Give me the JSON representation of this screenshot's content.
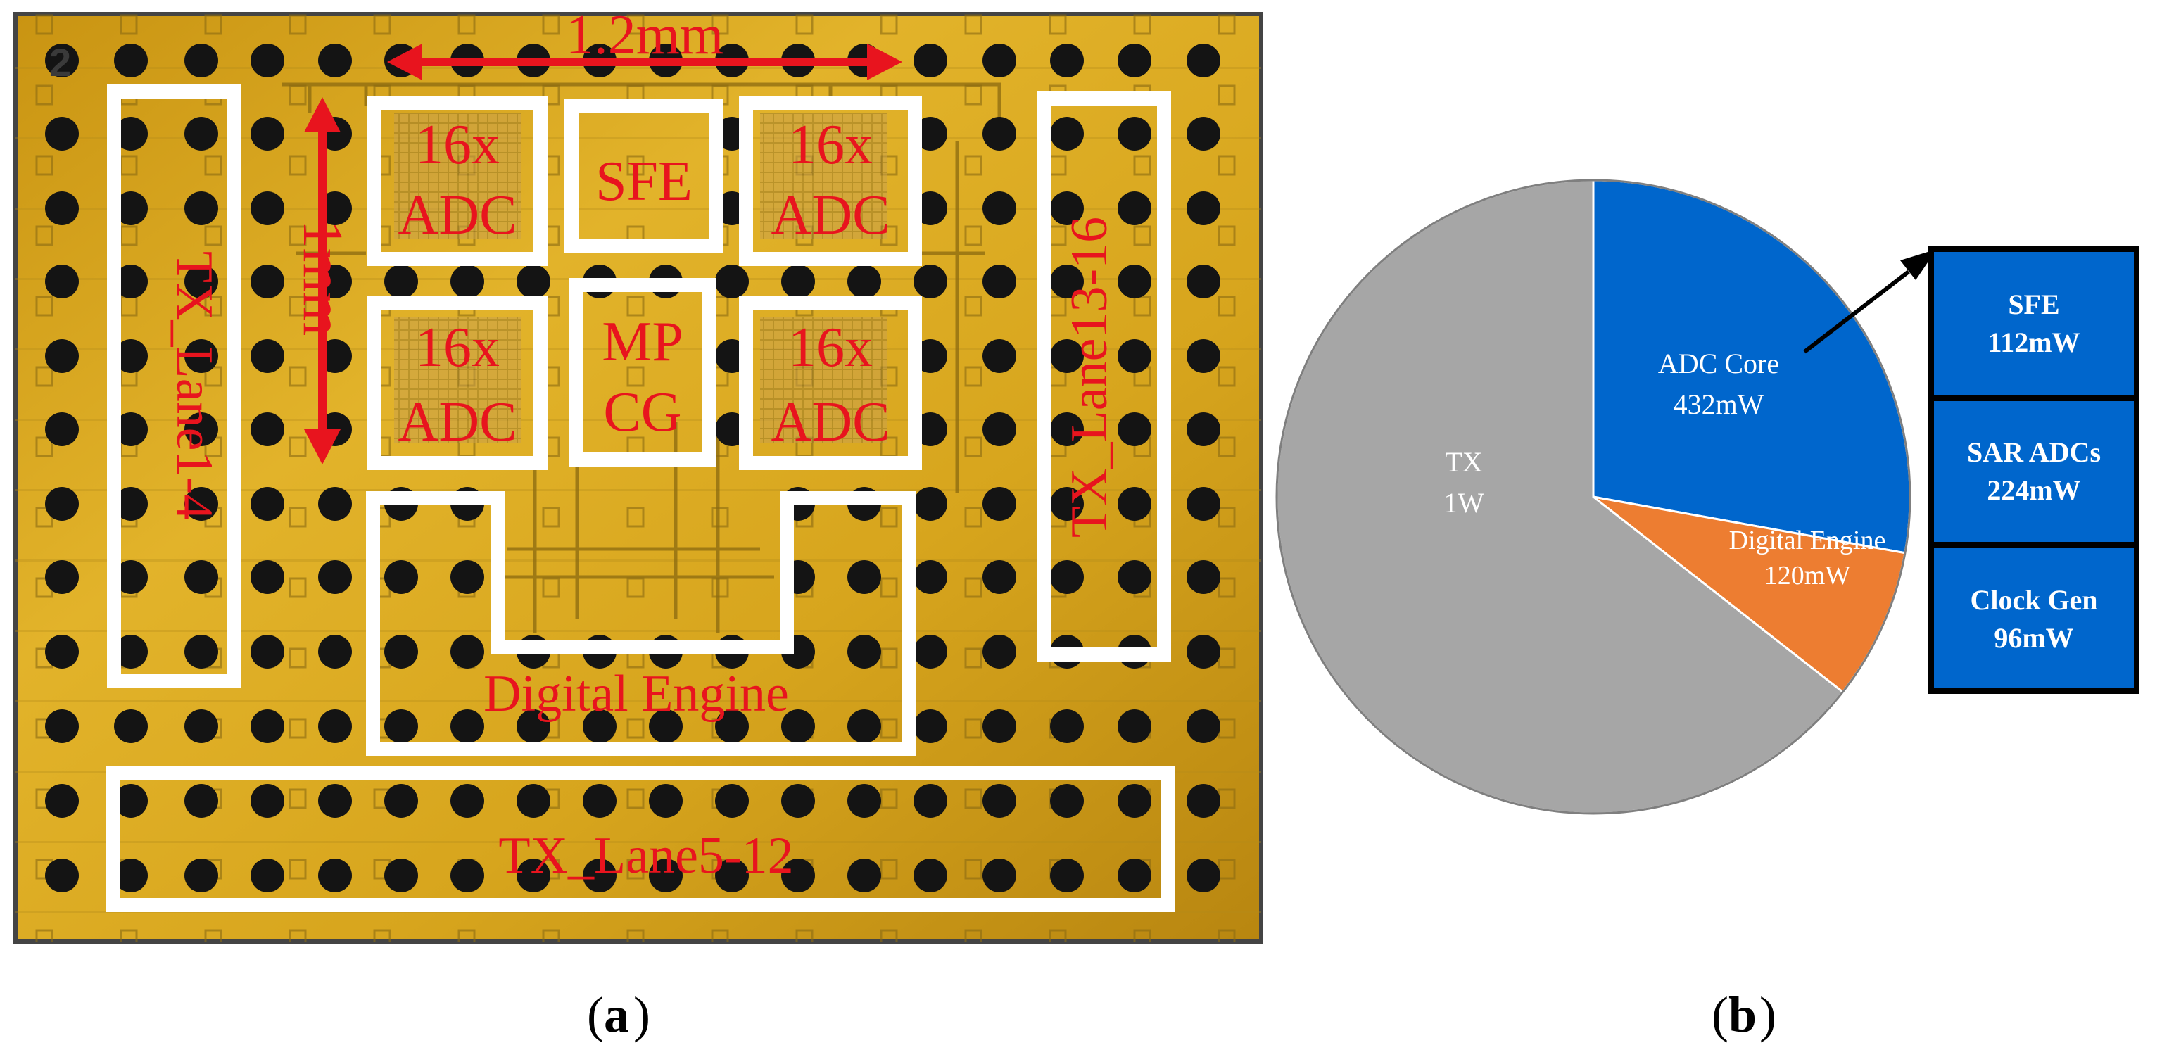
{
  "panel_a": {
    "chip_labels": {
      "width": "1.2mm",
      "height": "1mm",
      "adc_tl": [
        "16x",
        "ADC"
      ],
      "adc_tr": [
        "16x",
        "ADC"
      ],
      "adc_bl": [
        "16x",
        "ADC"
      ],
      "adc_br": [
        "16x",
        "ADC"
      ],
      "sfe": "SFE",
      "mpcg": [
        "MP",
        "CG"
      ],
      "tx_left": "TX_Lane1-4",
      "tx_right": "TX_Lane13-16",
      "tx_bottom": "TX_Lane5-12",
      "digital": "Digital Engine",
      "corner_mark": "2"
    },
    "caption_letter": "a"
  },
  "panel_b": {
    "caption_letter": "b",
    "breakdown": {
      "sfe": {
        "name": "SFE",
        "value": "112mW"
      },
      "sar": {
        "name": "SAR ADCs",
        "value": "224mW"
      },
      "clk": {
        "name": "Clock Gen",
        "value": "96mW"
      }
    }
  },
  "colors": {
    "adc_core": "#0066cc",
    "digital_engine": "#ed7d31",
    "tx": "#a6a6a6",
    "chip_red": "#e8141e",
    "chip_gold": "#d4a017"
  },
  "chart_data": {
    "type": "pie",
    "start_angle_deg": 0,
    "direction": "clockwise",
    "slices": [
      {
        "name": "ADC Core",
        "value_label": "432mW",
        "value": 432
      },
      {
        "name": "Digital Engine",
        "value_label": "120mW",
        "value": 120
      },
      {
        "name": "TX",
        "value_label": "1W",
        "value": 1000
      }
    ]
  }
}
